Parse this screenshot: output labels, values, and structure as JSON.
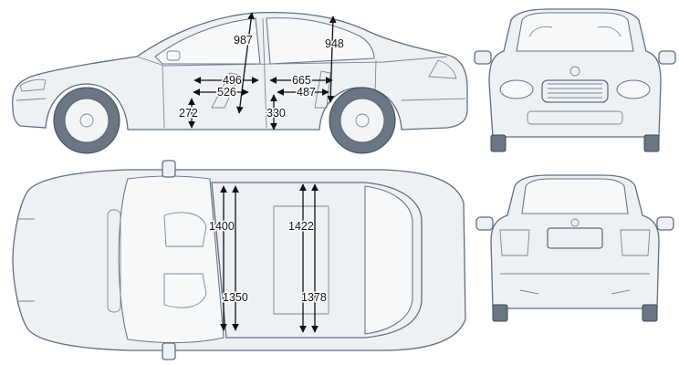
{
  "dimensions": {
    "side": {
      "front_headroom": "987",
      "rear_headroom": "948",
      "front_legroom": "496",
      "front_seat_cushion": "526",
      "rear_legroom": "665",
      "rear_seat_cushion": "487",
      "sill_height": "272",
      "rear_floor_height": "330"
    },
    "top": {
      "front_elbow_width": "1400",
      "rear_elbow_width": "1422",
      "front_hip_width": "1350",
      "rear_hip_width": "1378"
    }
  },
  "colors": {
    "outline": "#5f6e7f",
    "dimension": "#111111",
    "tire": "#6b7684"
  }
}
